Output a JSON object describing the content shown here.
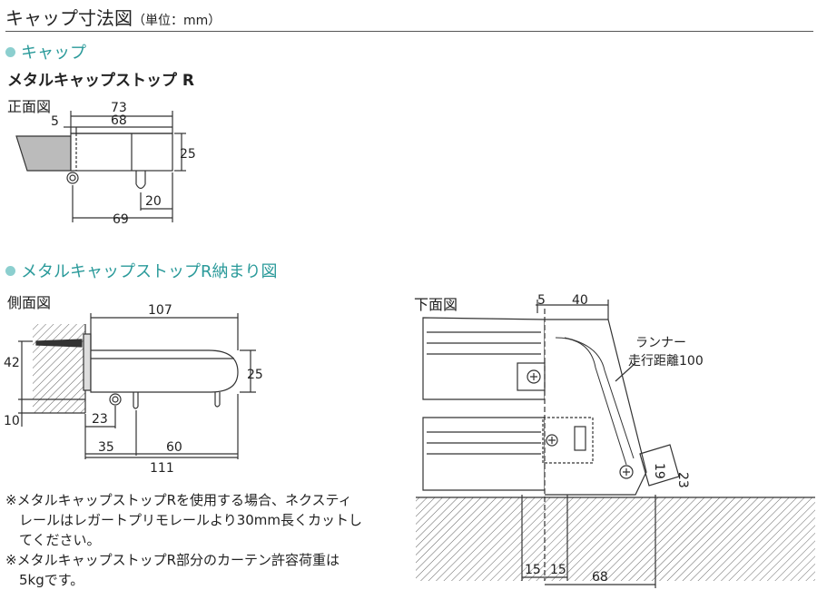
{
  "header": {
    "title": "キャップ寸法図",
    "unit": "（単位：mm）"
  },
  "sections": {
    "cap": "キャップ",
    "storage": "メタルキャップストップR納まり図"
  },
  "product_title": "メタルキャップストップ R",
  "views": {
    "front": "正面図",
    "side": "側面図",
    "bottom": "下面図"
  },
  "front_dims": {
    "d73": "73",
    "d5": "5",
    "d68": "68",
    "d25": "25",
    "d20": "20",
    "d69": "69"
  },
  "side_dims": {
    "d107": "107",
    "d42": "42",
    "d25": "25",
    "d10": "10",
    "d23": "23",
    "d35": "35",
    "d60": "60",
    "d111": "111"
  },
  "bottom_dims": {
    "d5": "5",
    "d40": "40",
    "runner_label": "ランナー",
    "runner_travel": "走行距離100",
    "d23": "23",
    "d19": "19",
    "d15a": "15",
    "d15b": "15",
    "d68": "68"
  },
  "notes": [
    "※メタルキャップストップRを使用する場合、ネクスティ\n　レールはレガートプリモレールより30mm長くカットし\n　てください。",
    "※メタルキャップストップR部分のカーテン許容荷重は\n　5kgです。"
  ],
  "colors": {
    "accent": "#2a9a9a",
    "dot": "#8ccfcf",
    "line": "#333333",
    "hatch": "#555555"
  }
}
